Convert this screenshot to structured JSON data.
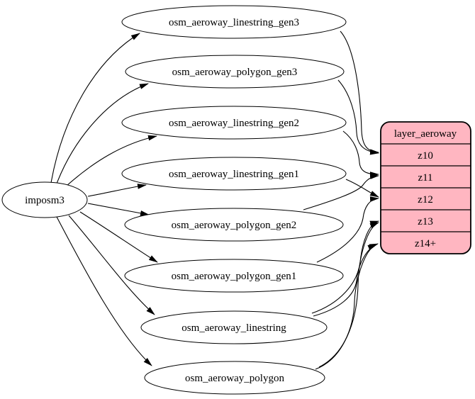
{
  "diagram": {
    "source": {
      "label": "imposm3"
    },
    "tables": [
      {
        "id": "osm_aeroway_linestring_gen3",
        "label": "osm_aeroway_linestring_gen3"
      },
      {
        "id": "osm_aeroway_polygon_gen3",
        "label": "osm_aeroway_polygon_gen3"
      },
      {
        "id": "osm_aeroway_linestring_gen2",
        "label": "osm_aeroway_linestring_gen2"
      },
      {
        "id": "osm_aeroway_linestring_gen1",
        "label": "osm_aeroway_linestring_gen1"
      },
      {
        "id": "osm_aeroway_polygon_gen2",
        "label": "osm_aeroway_polygon_gen2"
      },
      {
        "id": "osm_aeroway_polygon_gen1",
        "label": "osm_aeroway_polygon_gen1"
      },
      {
        "id": "osm_aeroway_linestring",
        "label": "osm_aeroway_linestring"
      },
      {
        "id": "osm_aeroway_polygon",
        "label": "osm_aeroway_polygon"
      }
    ],
    "layer": {
      "header": "layer_aeroway",
      "rows": [
        "z10",
        "z11",
        "z12",
        "z13",
        "z14+"
      ]
    },
    "edges": [
      {
        "from": "imposm3",
        "to": "osm_aeroway_linestring_gen3"
      },
      {
        "from": "imposm3",
        "to": "osm_aeroway_polygon_gen3"
      },
      {
        "from": "imposm3",
        "to": "osm_aeroway_linestring_gen2"
      },
      {
        "from": "imposm3",
        "to": "osm_aeroway_linestring_gen1"
      },
      {
        "from": "imposm3",
        "to": "osm_aeroway_polygon_gen2"
      },
      {
        "from": "imposm3",
        "to": "osm_aeroway_polygon_gen1"
      },
      {
        "from": "imposm3",
        "to": "osm_aeroway_linestring"
      },
      {
        "from": "imposm3",
        "to": "osm_aeroway_polygon"
      },
      {
        "from": "osm_aeroway_linestring_gen3",
        "to": "layer_aeroway:z10"
      },
      {
        "from": "osm_aeroway_polygon_gen3",
        "to": "layer_aeroway:z10"
      },
      {
        "from": "osm_aeroway_linestring_gen2",
        "to": "layer_aeroway:z11"
      },
      {
        "from": "osm_aeroway_polygon_gen2",
        "to": "layer_aeroway:z11"
      },
      {
        "from": "osm_aeroway_linestring_gen1",
        "to": "layer_aeroway:z12"
      },
      {
        "from": "osm_aeroway_polygon_gen1",
        "to": "layer_aeroway:z12"
      },
      {
        "from": "osm_aeroway_linestring",
        "to": "layer_aeroway:z13"
      },
      {
        "from": "osm_aeroway_linestring",
        "to": "layer_aeroway:z14+"
      },
      {
        "from": "osm_aeroway_polygon",
        "to": "layer_aeroway:z13"
      },
      {
        "from": "osm_aeroway_polygon",
        "to": "layer_aeroway:z14+"
      }
    ],
    "colors": {
      "background": "#ffffff",
      "node_fill": "#ffffff",
      "layer_fill": "#ffb6c1",
      "stroke": "#000000"
    }
  }
}
